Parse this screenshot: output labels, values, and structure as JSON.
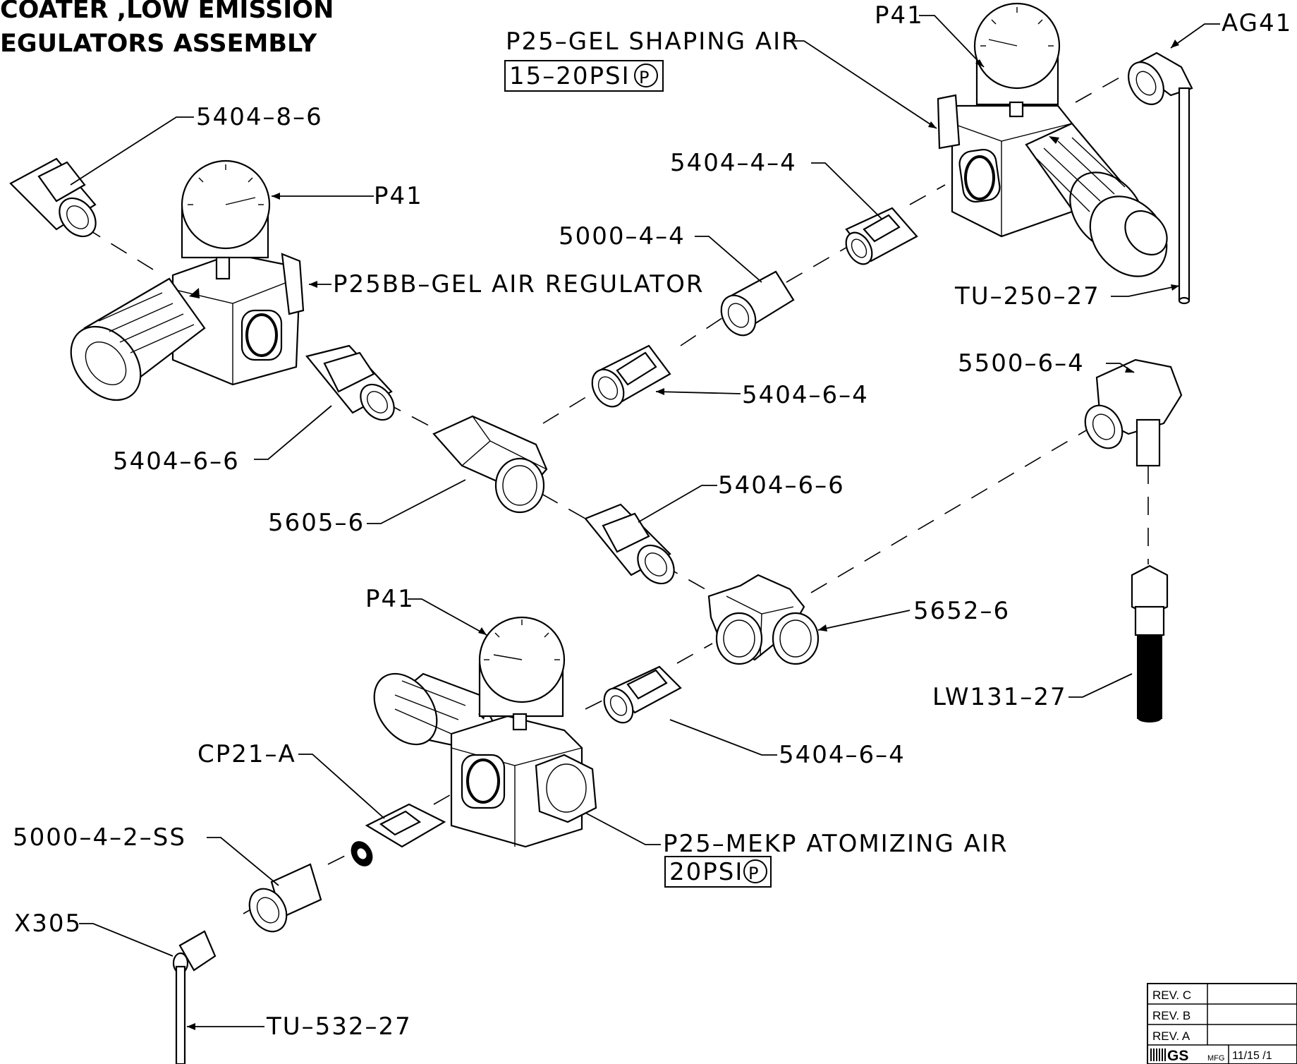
{
  "title": {
    "line1": "COATER ,LOW EMISSION",
    "line2": "EGULATORS ASSEMBLY"
  },
  "labels": {
    "p41_top": "P41",
    "ag41": "AG41",
    "p25_gel_shaping": "P25–GEL SHAPING AIR",
    "psi_15_20": "15–20PSI",
    "psi_p_top": "P",
    "l5404_8_6": "5404–8–6",
    "p41_left": "P41",
    "p25bb": "P25BB–GEL AIR REGULATOR",
    "l5404_4_4": "5404–4–4",
    "l5000_4_4": "5000–4–4",
    "tu_250_27": "TU–250–27",
    "l5500_6_4": "5500–6–4",
    "l5404_6_4_top": "5404–6–4",
    "l5404_6_6_left": "5404–6–6",
    "l5605_6": "5605–6",
    "l5404_6_6_mid": "5404–6–6",
    "p41_bottom": "P41",
    "l5652_6": "5652–6",
    "lw131_27": "LW131–27",
    "l5404_6_4_bottom": "5404–6–4",
    "cp21_a": "CP21–A",
    "l5000_4_2_ss": "5000–4–2–SS",
    "p25_mekp": "P25–MEKP ATOMIZING AIR",
    "psi_20": "20PSI",
    "psi_p_bottom": "P",
    "x305": "X305",
    "tu_532_27": "TU–532–27"
  },
  "revision_block": {
    "rows": [
      "REV. C",
      "REV. B",
      "REV. A"
    ],
    "logo": "GS",
    "mfg": "MFG",
    "date": "11/15 /1"
  }
}
